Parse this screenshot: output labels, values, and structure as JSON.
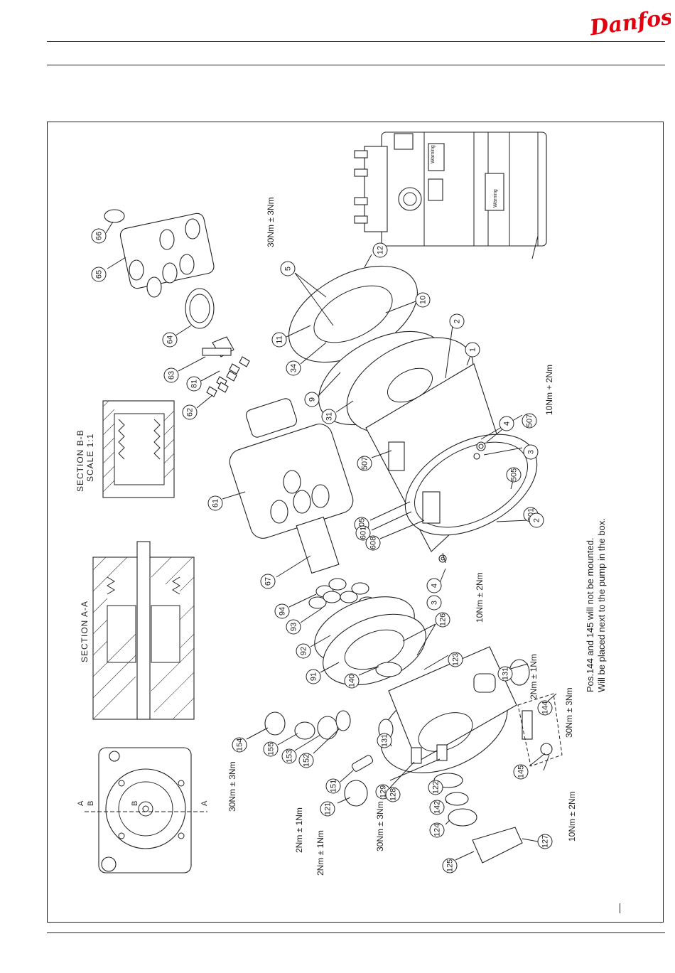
{
  "brand": {
    "name": "Danfoss",
    "color": "#e2000f"
  },
  "captions": {
    "section_aa": "SECTION A-A",
    "section_bb": "SECTION B-B",
    "section_bb_scale": "SCALE 1:1"
  },
  "view_marks": {
    "a_top": "A",
    "b_top": "B",
    "b_center": "B",
    "a_bottom": "A"
  },
  "note": {
    "line1": "Pos.144 and 145 will not be mounted.",
    "line2": "Will be placed next to the pump in the box."
  },
  "torques": {
    "t_12": "30Nm ± 3Nm",
    "t_501": "10Nm + 2Nm",
    "t_3": "10Nm ± 2Nm",
    "t_131": "2Nm ± 1Nm",
    "t_144": "30Nm ± 3Nm",
    "t_127": "10Nm ± 2Nm",
    "t_154": "30Nm ± 3Nm",
    "t_129": "2Nm ± 1Nm",
    "t_131b": "2Nm ± 1Nm",
    "t_128": "30Nm ± 3Nm"
  },
  "plates": {
    "small": "Warning",
    "large": "Warning"
  },
  "part_numbers": [
    "66",
    "65",
    "64",
    "63",
    "81",
    "62",
    "61",
    "67",
    "94",
    "93",
    "92",
    "91",
    "140",
    "126",
    "123",
    "131",
    "144",
    "145",
    "11",
    "34",
    "9",
    "31",
    "507",
    "505",
    "601",
    "608",
    "4",
    "3",
    "5",
    "12",
    "10",
    "2",
    "1",
    "507",
    "4",
    "3",
    "501",
    "505",
    "2",
    "154",
    "155",
    "153",
    "152",
    "151",
    "121",
    "129",
    "131",
    "128",
    "122",
    "142",
    "124",
    "125",
    "127"
  ]
}
